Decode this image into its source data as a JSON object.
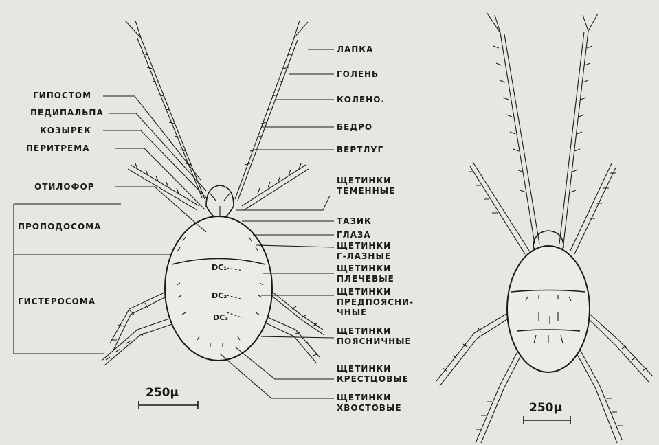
{
  "left_labels": [
    {
      "id": "gipostom",
      "text": "ГИПОСТОМ"
    },
    {
      "id": "pedipalpa",
      "text": "ПЕДИПАЛЬПА"
    },
    {
      "id": "kozyrek",
      "text": "КОЗЫРЕК"
    },
    {
      "id": "peritrema",
      "text": "ПЕРИТРЕМА"
    },
    {
      "id": "otilofor",
      "text": "ОТИЛОФОР"
    },
    {
      "id": "propodosoma",
      "text": "ПРОПОДОСОМА"
    },
    {
      "id": "gisterosoma",
      "text": "ГИСТЕРОСОМА"
    }
  ],
  "right_labels": [
    {
      "id": "lapka",
      "lines": [
        "ЛАПКА"
      ]
    },
    {
      "id": "golen",
      "lines": [
        "ГОЛЕНЬ"
      ]
    },
    {
      "id": "koleno",
      "lines": [
        "КОЛЕНО."
      ]
    },
    {
      "id": "bedro",
      "lines": [
        "БЕДРО"
      ]
    },
    {
      "id": "vertlug",
      "lines": [
        "ВЕРТЛУГ"
      ]
    },
    {
      "id": "shch-temennye",
      "lines": [
        "ЩЕТИНКИ",
        "ТЕМЕННЫЕ"
      ]
    },
    {
      "id": "tazik",
      "lines": [
        "ТАЗИК"
      ]
    },
    {
      "id": "glaza",
      "lines": [
        "ГЛАЗА"
      ]
    },
    {
      "id": "shch-glaznye",
      "lines": [
        "ЩЕТИНКИ",
        "Г-ЛАЗНЫЕ"
      ]
    },
    {
      "id": "shch-plechevye",
      "lines": [
        "ЩЕТИНКИ",
        "ПЛЕЧЕВЫЕ"
      ]
    },
    {
      "id": "shch-predpoyasn",
      "lines": [
        "ЩЕТИНКИ",
        "ПРЕДПОЯСНИ-",
        "ЧНЫЕ"
      ]
    },
    {
      "id": "shch-poyasnichnye",
      "lines": [
        "ЩЕТИНКИ",
        "ПОЯСНИЧНЫЕ"
      ]
    },
    {
      "id": "shch-krestcovye",
      "lines": [
        "ЩЕТИНКИ",
        "КРЕСТЦОВЫЕ"
      ]
    },
    {
      "id": "shch-khvostovye",
      "lines": [
        "ЩЕТИНКИ",
        "ХВОСТОВЫЕ"
      ]
    }
  ],
  "dorsal_setae": [
    {
      "id": "dc1",
      "text": "DC₁"
    },
    {
      "id": "dc2",
      "text": "DC₂"
    },
    {
      "id": "dc3",
      "text": "DC₃"
    }
  ],
  "scale_bars": {
    "left": "250μ",
    "right": "250μ"
  }
}
